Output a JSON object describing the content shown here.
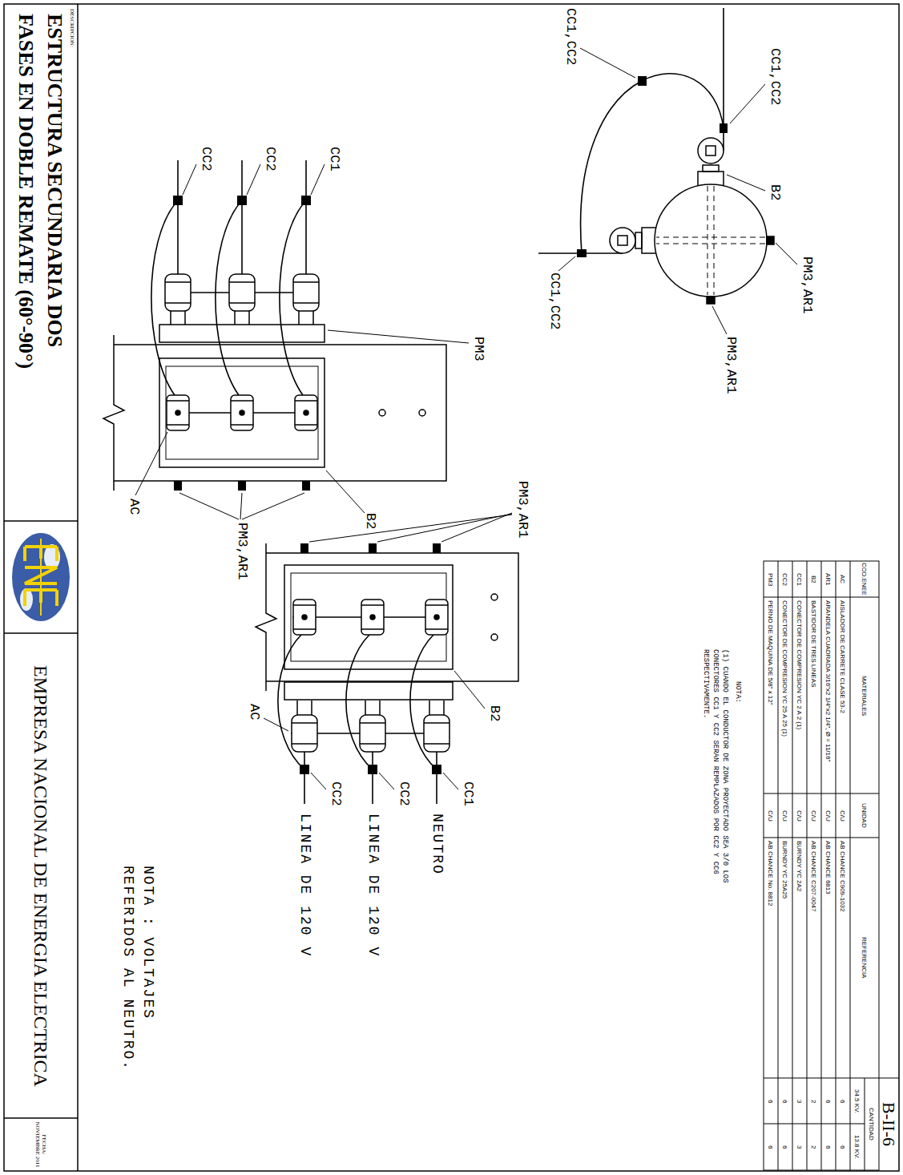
{
  "diagram": {
    "nodes": [
      {
        "text": [
          "DESCRIPCION:",
          "ESTRUCTURA SECUNDARIA DOS",
          "FASES EN DOBLE REMATE (60°-90°)"
        ]
      },
      {
        "text": [
          "EMPRESA NACIONAL DE ENERGIA ELECTRICA"
        ]
      },
      {
        "text": [
          "FECHA: NOVIEMBRE 2011"
        ]
      },
      {
        "text": [
          "B-II-6"
        ]
      }
    ],
    "labels": [
      "CC1,CC2",
      "B2",
      "PM3,AR1",
      "PM3,AR1",
      "CC1,CC2",
      "CC1,CC2",
      "PM3",
      "CC1",
      "CC2",
      "CC2",
      "B2",
      "PM3,AR1",
      "AC",
      "PM3,AR1",
      "B2",
      "CC1",
      "CC2",
      "CC2",
      "NEUTRO",
      "LINEA DE 120 V",
      "LINEA DE 120 V",
      "AC",
      "NOTA : VOLTAJES REFERIDOS AL NEUTRO.",
      "NOTA:",
      "(1) CUANDO EL CONDUCTOR DE ZONA PROYECTADO SEA 3/0 LOS CONECTORES CC1 Y CC2 SERAN REMPLAZADOS POR CC2 Y CC6 RESPECTIVAMENTE.",
      "COD.ENEE",
      "MATERIALES",
      "UNIDAD",
      "REFERENCIA",
      "CANTIDAD",
      "34.5 KV.",
      "13.8 KV.",
      "AC",
      "AISLADOR DE CARRETE CLASE 53-2",
      "C/U",
      "AB CHANCE C909-1032",
      "6",
      "6",
      "AR1",
      "ARANDELA CUADRADA 3/16\"x2 1/4\"x2 1/4\", Ø = 11/16\"",
      "C/U",
      "AB CHANCE 6813",
      "6",
      "6",
      "B2",
      "BASTIDOR DE TRES LINEAS",
      "C/U",
      "AB CHANCE C207-0047",
      "2",
      "2",
      "CC1",
      "CONECTOR DE COMPRESION YC 2 A 2 (1)",
      "C/U",
      "BURNDY YC 2A2",
      "3",
      "3",
      "CC2",
      "CONECTOR DE COMPRESION YC 25 A 25 (1)",
      "C/U",
      "BURNDY YC 25A25",
      "6",
      "6",
      "PM3",
      "PERNO DE MAQUINA DE 5/8\" x 12\"",
      "C/U",
      "AB CHANCE No. 8812",
      "6",
      "6"
    ]
  }
}
